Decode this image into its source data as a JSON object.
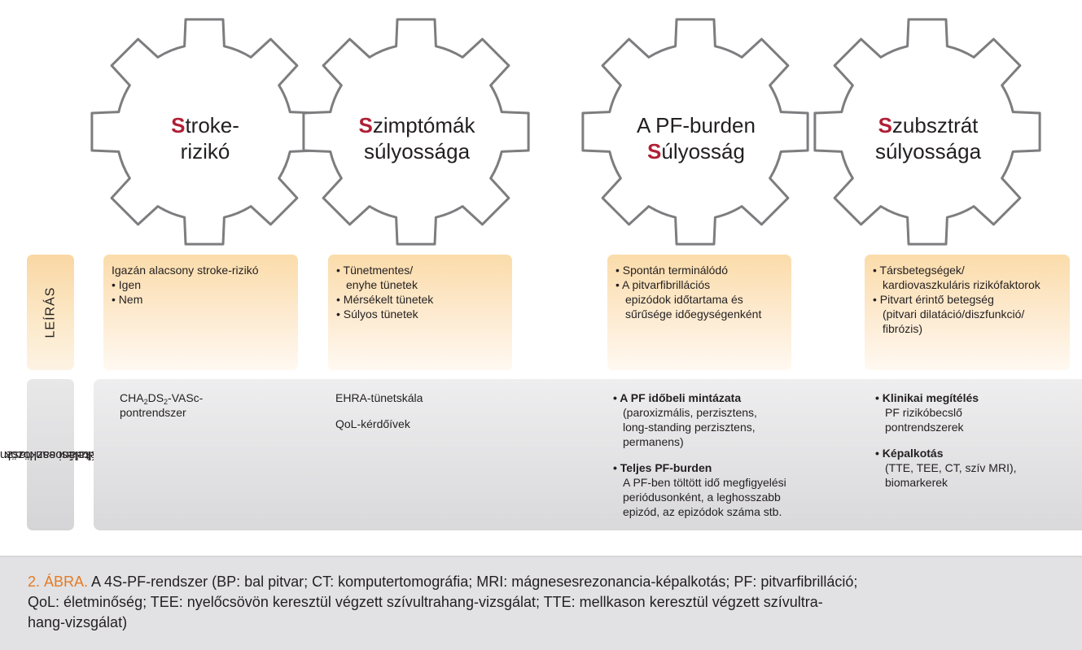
{
  "colors": {
    "accent_red": "#b01f35",
    "accent_orange": "#e57b23",
    "gear_stroke": "#7d7d80",
    "description_fill": "#fbdcaa",
    "tools_fill": "#d9d9db"
  },
  "gears": [
    {
      "line1_initial": "S",
      "line1_rest": "troke-",
      "line2_initial": "",
      "line2_rest": "rizikó"
    },
    {
      "line1_initial": "S",
      "line1_rest": "zimptómák",
      "line2_initial": "",
      "line2_rest": "súlyossága"
    },
    {
      "line1_initial": "",
      "line1_rest": "A PF-burden",
      "line2_initial": "S",
      "line2_rest": "úlyosság"
    },
    {
      "line1_initial": "S",
      "line1_rest": "zubsztrát",
      "line2_initial": "",
      "line2_rest": "súlyossága"
    }
  ],
  "row_labels": {
    "description": "LEÍRÁS",
    "tools_line1": "Általánosan használt",
    "tools_line2": "értékelési eszközök"
  },
  "descriptions": [
    {
      "heading": "Igazán alacsony stroke-rizikó",
      "items": [
        "• Igen",
        "• Nem"
      ]
    },
    {
      "items": [
        "• Tünetmentes/",
        "enyhe tünetek",
        "• Mérsékelt tünetek",
        "• Súlyos tünetek"
      ]
    },
    {
      "items": [
        "• Spontán terminálódó",
        "• A pitvarfibrillációs",
        "epizódok időtartama és",
        "sűrűsége időegységenként"
      ]
    },
    {
      "items": [
        "• Társbetegségek/",
        "kardiovaszkuláris rizikófaktorok",
        "• Pitvart érintő betegség",
        "(pitvari dilatáció/diszfunkció/",
        "fibrózis)"
      ]
    }
  ],
  "tools": {
    "col1": {
      "cha": "CHA",
      "sub1": "2",
      "ds": "DS",
      "sub2": "2",
      "vasc": "-VASc-",
      "line2": "pontrendszer"
    },
    "col2": {
      "line1": "EHRA-tünetskála",
      "line2": "QoL-kérdőívek"
    },
    "col3": {
      "h1": "• A PF időbeli mintázata",
      "h1_lines": [
        "(paroxizmális, perzisztens,",
        "long-standing perzisztens,",
        "permanens)"
      ],
      "h2": "• Teljes PF-burden",
      "h2_lines": [
        "A PF-ben töltött idő megfigyelési",
        "periódusonként, a leghosszabb",
        "epizód, az epizódok száma stb."
      ]
    },
    "col4": {
      "h1": "• Klinikai megítélés",
      "h1_lines": [
        "PF rizikóbecslő",
        "pontrendszerek"
      ],
      "h2": "• Képalkotás",
      "h2_lines": [
        "(TTE, TEE, CT, szív MRI),",
        "biomarkerek"
      ]
    }
  },
  "caption": {
    "label": "2. ÁBRA.",
    "line1": "A 4S-PF-rendszer (BP: bal pitvar; CT: komputertomográfia; MRI: mágnesesrezonancia-képalkotás; PF: pitvarfibrilláció;",
    "line2": "QoL: életminőség; TEE: nyelőcsövön keresztül végzett szívultrahang-vizsgálat; TTE: mellkason keresztül végzett szívultra-",
    "line3": "hang-vizsgálat)"
  }
}
